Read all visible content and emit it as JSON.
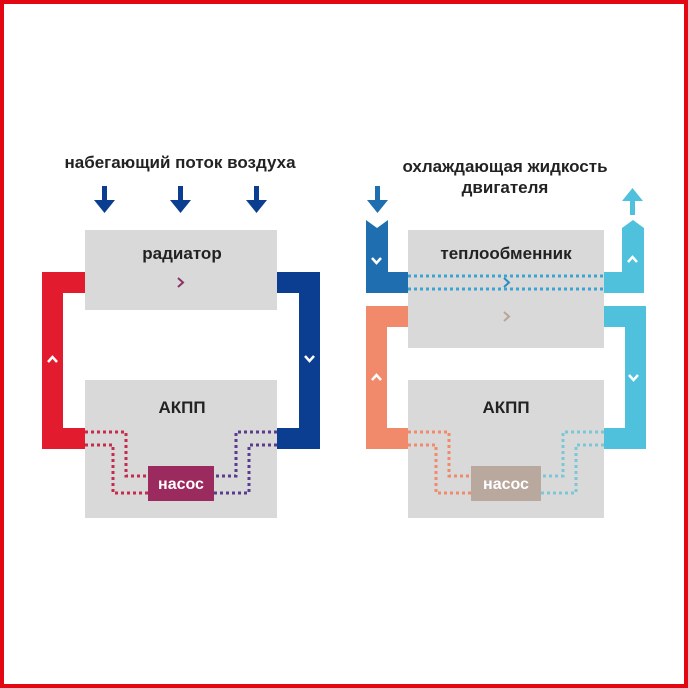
{
  "left_diagram": {
    "heading": "набегающий поток воздуха",
    "radiator_label": "радиатор",
    "transmission_label": "АКПП",
    "pump_label": "насос"
  },
  "right_diagram": {
    "heading_line1": "охлаждающая жидкость",
    "heading_line2": "двигателя",
    "heat_exchanger_label": "теплообменник",
    "transmission_label": "АКПП",
    "pump_label": "насос"
  },
  "colors": {
    "hot": "#e31b2e",
    "cold": "#0b3d91",
    "pump_left": "#9b2a5e",
    "engine_in": "#1f6fb0",
    "engine_out": "#4fc1dc",
    "warm": "#f08a6a",
    "pump_right": "#b9a89e",
    "box": "#d9d9d9"
  }
}
